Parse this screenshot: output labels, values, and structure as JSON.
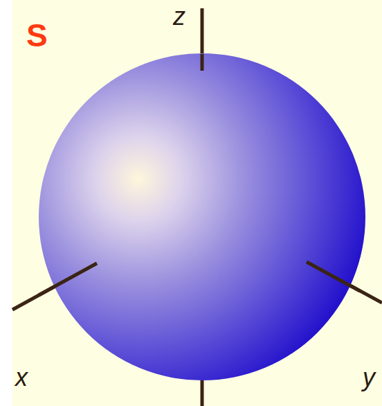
{
  "diagram": {
    "labels": [
      "S",
      "z",
      "x",
      "y"
    ]
  }
}
